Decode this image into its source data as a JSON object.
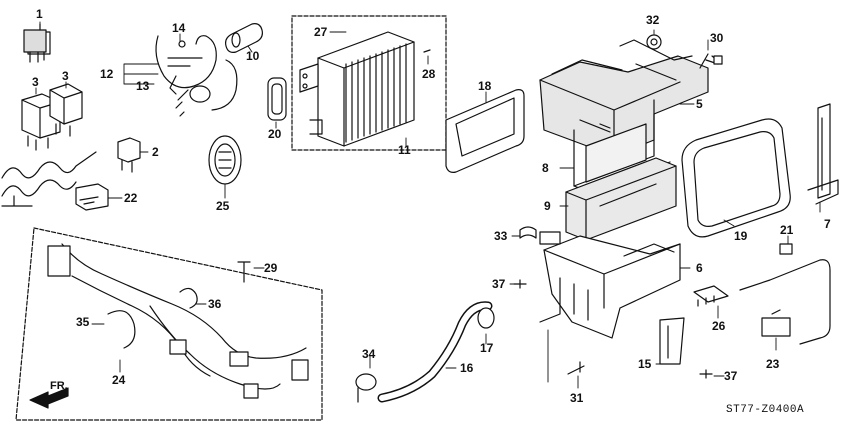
{
  "diagram": {
    "figure_code": "ST77-Z0400A",
    "direction_label": "FR.",
    "callouts": [
      "1",
      "2",
      "3",
      "3",
      "5",
      "6",
      "7",
      "8",
      "9",
      "10",
      "11",
      "12",
      "13",
      "14",
      "15",
      "16",
      "17",
      "18",
      "19",
      "20",
      "21",
      "22",
      "23",
      "24",
      "25",
      "26",
      "27",
      "28",
      "29",
      "30",
      "31",
      "32",
      "33",
      "34",
      "35",
      "36",
      "37",
      "37"
    ]
  },
  "parts": {
    "relay_small": "1",
    "relay_socket": "2",
    "relay_a": "3",
    "relay_b": "3",
    "upper_case": "5",
    "lower_case": "6",
    "bracket_right": "7",
    "seal_a": "8",
    "seal_b": "9",
    "sleeve": "10",
    "evaporator": "11",
    "expansion_valve_group": "12",
    "o_ring": "13",
    "clip": "14",
    "bracket_lower": "15",
    "drain_hose": "16",
    "grommet": "17",
    "seal_frame_left": "18",
    "seal_frame_right": "19",
    "seal_small": "20",
    "thermostat_bolt": "21",
    "switch_resistor": "22",
    "thermostat": "23",
    "wire_harness": "24",
    "grommet_oval": "25",
    "connector": "26",
    "seal_top": "27",
    "pin": "28",
    "bolt_harness": "29",
    "bolt_top": "30",
    "bolt_lower": "31",
    "nut": "32",
    "clamp": "33",
    "hose_clamp": "34",
    "cable_clip": "35",
    "band": "36",
    "screw_a": "37",
    "screw_b": "37"
  }
}
